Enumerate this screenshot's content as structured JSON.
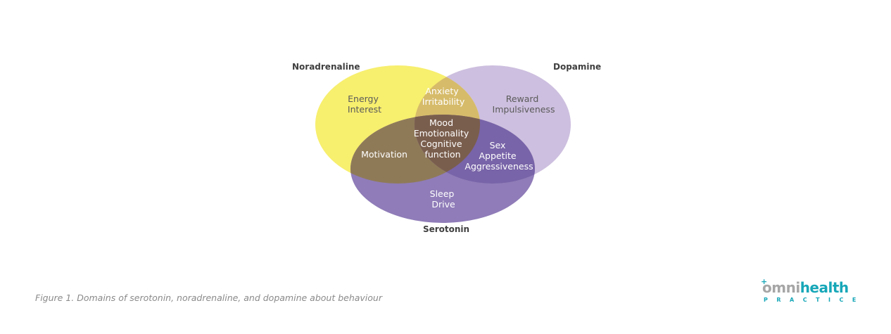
{
  "figure": {
    "sets": [
      {
        "id": "noradrenaline",
        "label": "Noradrenaline",
        "color": "#f7ef6e"
      },
      {
        "id": "dopamine",
        "label": "Dopamine",
        "color": "#cdbfdf"
      },
      {
        "id": "serotonin",
        "label": "Serotonin",
        "color": "#8f7cb8"
      }
    ],
    "regions": {
      "noradrenaline_only": [
        "Energy",
        "Interest"
      ],
      "dopamine_only": [
        "Reward",
        "Impulsiveness"
      ],
      "serotonin_only": [
        "Sleep",
        "Drive"
      ],
      "noradrenaline_dopamine": [
        "Anxiety",
        "Irritability"
      ],
      "noradrenaline_serotonin": [
        "Motivation"
      ],
      "dopamine_serotonin": [
        "Sex",
        "Appetite",
        "Aggressiveness"
      ],
      "all_three": [
        "Mood",
        "Emotionality",
        "Cognitive",
        "function"
      ]
    },
    "region_colors": {
      "noradrenaline_dopamine": "#d6bb6a",
      "noradrenaline_serotonin": "#8f7a58",
      "dopamine_serotonin": "#7864a8",
      "all_three": "#7a5e4d"
    }
  },
  "caption": "Figure 1. Domains of serotonin, noradrenaline, and dopamine about behaviour",
  "logo": {
    "main_part1": "omni",
    "main_part2": "health",
    "sub": "PRACTICE",
    "plus": "+",
    "accent_color": "#17a7b8"
  }
}
